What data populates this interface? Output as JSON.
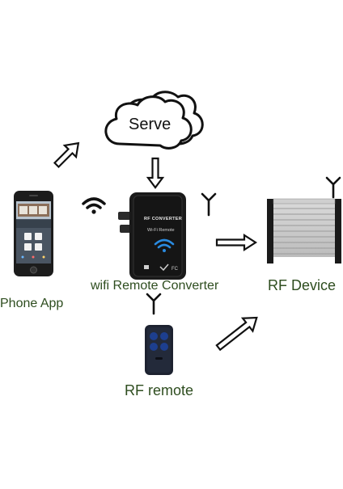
{
  "nodes": {
    "server": {
      "label": "Serve",
      "icon": "cloud-icon"
    },
    "phone": {
      "label": "Phone App",
      "icon": "smartphone-icon"
    },
    "converter": {
      "label": "wifi Remote Converter",
      "device_title": "RF CONVERTER",
      "device_subtitle": "Wi-Fi  Remote",
      "icon": "wifi-converter-icon"
    },
    "rf_device": {
      "label": "RF Device",
      "icon": "roller-shutter-icon"
    },
    "rf_remote": {
      "label": "RF remote",
      "icon": "key-fob-remote-icon"
    }
  },
  "colors": {
    "label_green": "#2e4d1f",
    "device_black": "#1a1a1a",
    "wifi_blue": "#2a8be0",
    "remote_blue": "#1d3f8f"
  }
}
